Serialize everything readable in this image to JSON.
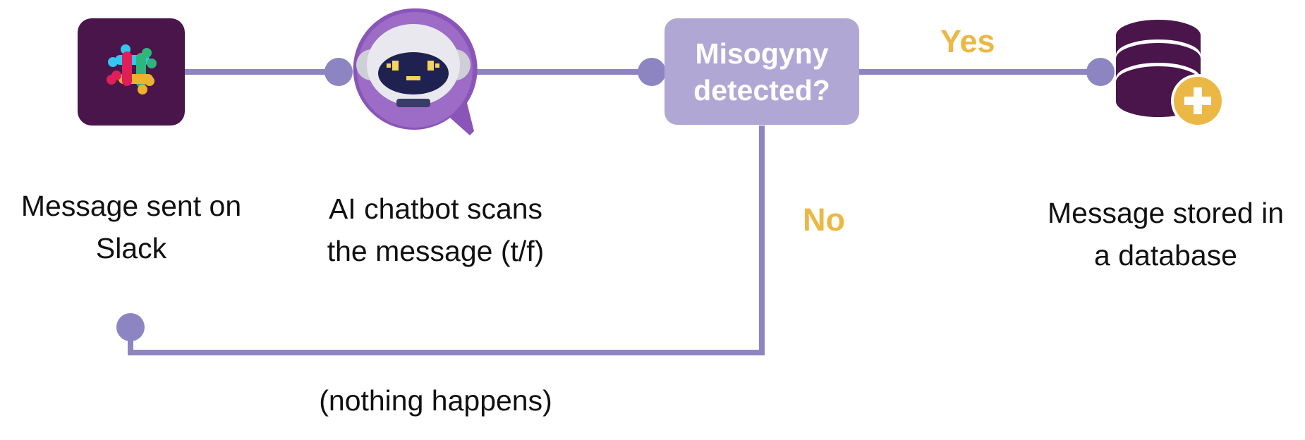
{
  "nodes": {
    "slack": {
      "label_line1": "Message sent on",
      "label_line2": "Slack"
    },
    "chatbot": {
      "label_line1": "AI chatbot scans",
      "label_line2": "the message (t/f)"
    },
    "decision": {
      "line1": "Misogyny",
      "line2": "detected?"
    },
    "database": {
      "label_line1": "Message stored in",
      "label_line2": "a database"
    }
  },
  "edges": {
    "yes_label": "Yes",
    "no_label": "No",
    "no_outcome": "(nothing happens)"
  },
  "colors": {
    "connector": "#8d84c2",
    "decision_box": "#b1a7d5",
    "answer_text": "#ecb845",
    "slack_bg": "#4a154b",
    "database": "#4a154b",
    "db_plus": "#ecb845",
    "robot_bubble": "#9b6bc2"
  },
  "icons": [
    "slack-logo-icon",
    "robot-chatbot-icon",
    "database-add-icon"
  ]
}
